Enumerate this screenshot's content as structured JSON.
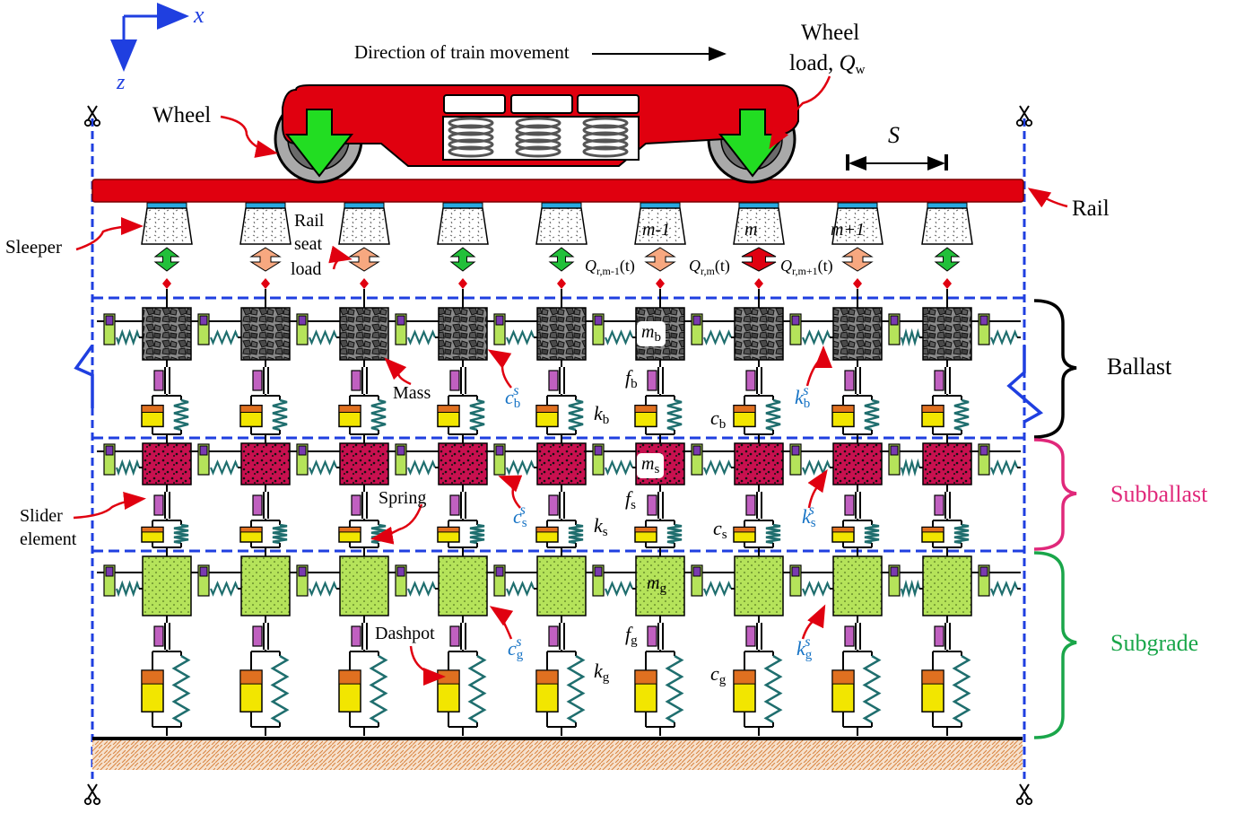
{
  "axes": {
    "x": "x",
    "z": "z"
  },
  "title": "Direction of train movement",
  "labels": {
    "wheel_load": [
      "Wheel",
      "load, "
    ],
    "wheel_load_sym": "Q",
    "wheel_load_sub": "w",
    "wheel": "Wheel",
    "spacing": "S",
    "rail": "Rail",
    "sleeper": "Sleeper",
    "rail_seat_load": [
      "Rail",
      "seat",
      "load"
    ],
    "sleeper_m_minus": "m-1",
    "sleeper_m": "m",
    "sleeper_m_plus": "m+1",
    "q_sym": "Q",
    "q_m_minus_sub": "r,m-1",
    "q_m_sub": "r,m",
    "q_m_plus_sub": "r,m+1",
    "q_arg": "(t)",
    "mass": "Mass",
    "spring": "Spring",
    "dashpot": "Dashpot",
    "slider": [
      "Slider",
      "element"
    ]
  },
  "layers": [
    {
      "name": "Ballast",
      "color": "#000000",
      "sub": "b",
      "mass_fill": "#6f6f6f"
    },
    {
      "name": "Subballast",
      "color": "#e0287a",
      "sub": "s",
      "mass_fill": "#c8104f"
    },
    {
      "name": "Subgrade",
      "color": "#1aa64a",
      "sub": "g",
      "mass_fill": "#b5e35a"
    }
  ],
  "symbols": {
    "m": "m",
    "f": "f",
    "k": "k",
    "c": "c",
    "s": "s"
  },
  "colors": {
    "rail": "#e0000f",
    "wheel_arrow": "#22dd22",
    "boundary": "#1f3fe0",
    "pad": "#28a8e0",
    "spring": "#1f6e6e",
    "dashpot": "#f2e600",
    "slider": "#c060c0",
    "ground": "#e0a070",
    "light_arrow": "#f7a880",
    "red_arrow": "#e00010",
    "green_arrow": "#22c03a"
  },
  "icons": {
    "cut_marks": "scissors-icon"
  }
}
